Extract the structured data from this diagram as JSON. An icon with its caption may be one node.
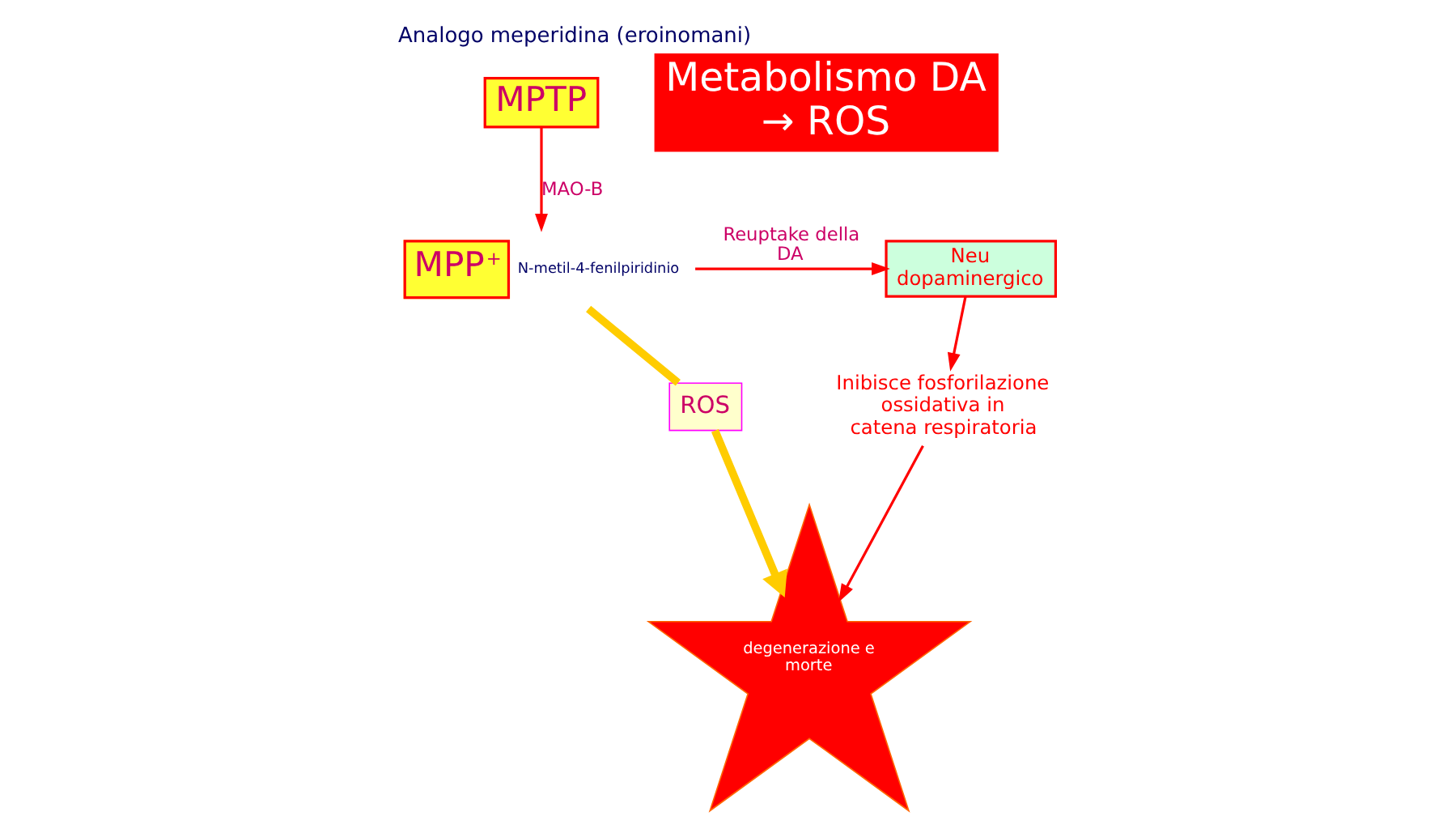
{
  "diagram": {
    "title": "Analogo meperidina (eroinomani)",
    "nodes": [
      {
        "text": [
          "MPTP"
        ]
      },
      {
        "text": [
          "MPP$^{+}$"
        ],
        "beside": [
          "N-metil-4-fenilpiridinio"
        ]
      },
      {
        "text": [
          "Neu dopaminergico"
        ]
      },
      {
        "text": [
          "Inibisce fosforilazione ossidativa in catena respiratoria"
        ]
      },
      {
        "text": [
          "degenerazione e morte"
        ]
      },
      {
        "text": [
          "ROS"
        ]
      },
      {
        "text": [
          "Metabolismo DA → ROS"
        ]
      }
    ],
    "edges": [
      {
        "from": 0,
        "to": 1,
        "arrow": "to",
        "label": "MAO-B"
      },
      {
        "from": 1,
        "to": 2,
        "arrow": "to",
        "label": "Reuptake della DA"
      },
      {
        "from": 2,
        "to": 3,
        "arrow": "to"
      },
      {
        "from": 3,
        "to": 4,
        "arrow": "to"
      },
      {
        "from": 1,
        "to": 5,
        "arrow": "none",
        "style": "thick",
        "color": "#ffcc00"
      },
      {
        "from": 5,
        "to": 4,
        "arrow": "to",
        "style": "thick",
        "color": "#ffcc00"
      }
    ]
  }
}
